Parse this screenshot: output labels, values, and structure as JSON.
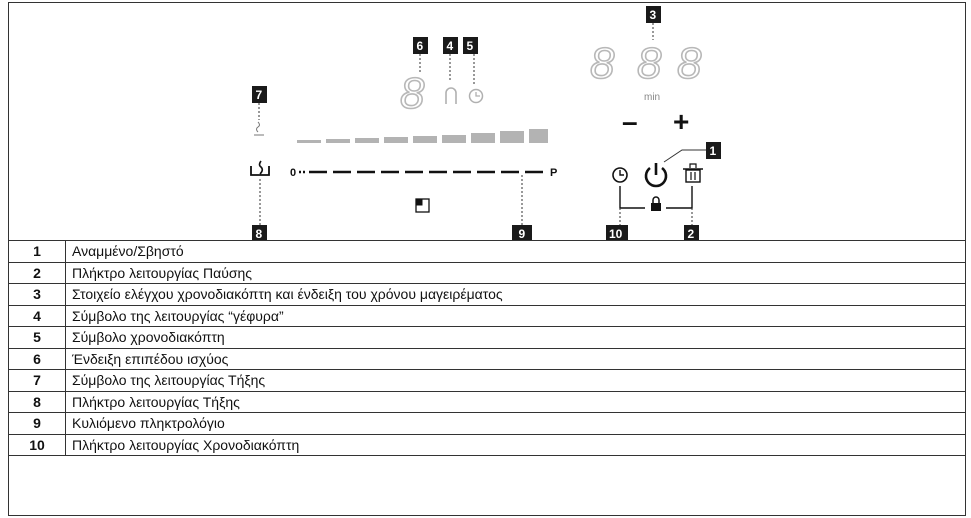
{
  "diagram": {
    "tags": {
      "power": "1",
      "pause": "2",
      "timer_display": "3",
      "bridge": "4",
      "timer_symbol": "5",
      "power_level": "6",
      "melt_symbol": "7",
      "melt_key": "8",
      "slider": "9",
      "timer_key": "10"
    },
    "minus": "–",
    "plus": "+",
    "min_unit": "min",
    "slider_start": "0",
    "slider_end": "P",
    "digit": "8"
  },
  "legend": [
    {
      "num": "1",
      "text": "Αναμμένο/Σβηστό"
    },
    {
      "num": "2",
      "text": "Πλήκτρο λειτουργίας Παύσης"
    },
    {
      "num": "3",
      "text": "Στοιχείο ελέγχου χρονοδιακόπτη και ένδειξη του χρόνου μαγειρέματος"
    },
    {
      "num": "4",
      "text": "Σύμβολο της λειτουργίας “γέφυρα”"
    },
    {
      "num": "5",
      "text": "Σύμβολο χρονοδιακόπτη"
    },
    {
      "num": "6",
      "text": "Ένδειξη επιπέδου ισχύος"
    },
    {
      "num": "7",
      "text": "Σύμβολο της λειτουργίας Τήξης"
    },
    {
      "num": "8",
      "text": "Πλήκτρο λειτουργίας Τήξης"
    },
    {
      "num": "9",
      "text": "Κυλιόμενο πληκτρολόγιο"
    },
    {
      "num": "10",
      "text": "Πλήκτρο λειτουργίας Χρονοδιακόπτη"
    }
  ]
}
